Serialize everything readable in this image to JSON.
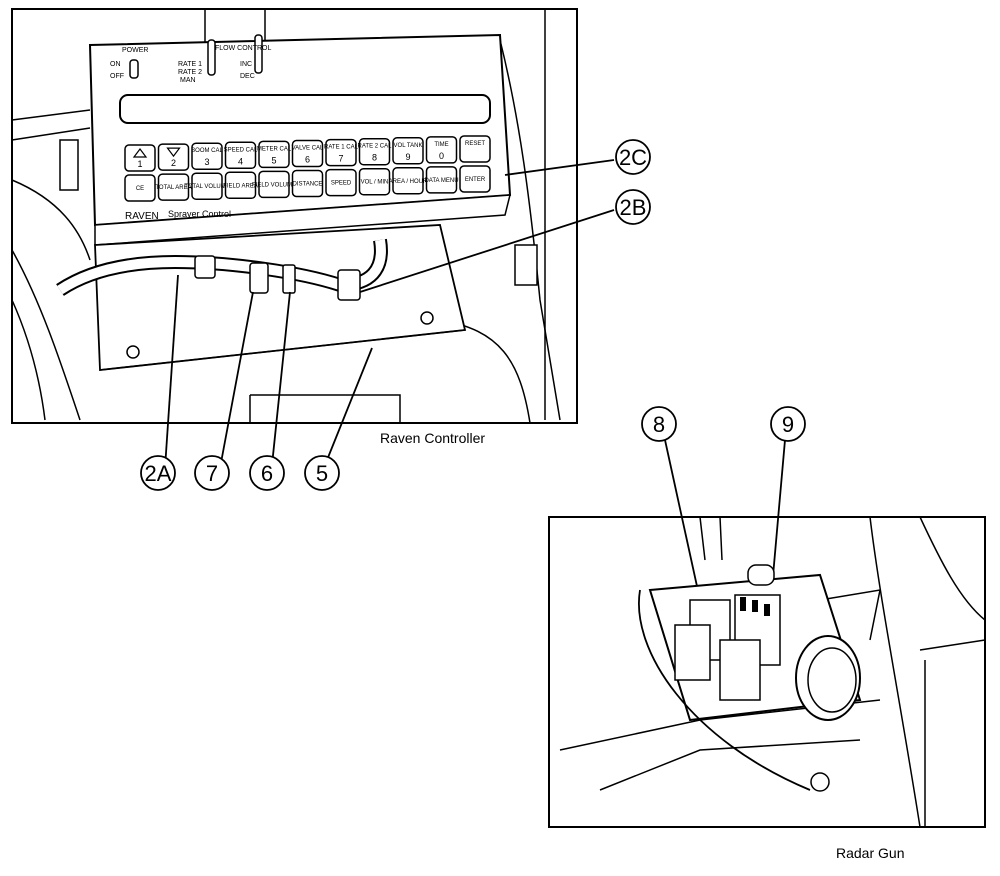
{
  "captions": {
    "raven": "Raven Controller",
    "radar": "Radar Gun"
  },
  "callouts": {
    "c2A": "2A",
    "c7": "7",
    "c6": "6",
    "c5": "5",
    "c2B": "2B",
    "c2C": "2C",
    "c8": "8",
    "c9": "9"
  },
  "controller": {
    "power_label": "POWER",
    "on": "ON",
    "off": "OFF",
    "rate1": "RATE 1",
    "rate2": "RATE 2",
    "man": "MAN",
    "flow_control": "FLOW CONTROL",
    "inc": "INC",
    "dec": "DEC",
    "brand": "RAVEN",
    "brand_sub": "Sprayer Control",
    "keys_row1": [
      {
        "top": "",
        "num": "1"
      },
      {
        "top": "",
        "num": "2"
      },
      {
        "top": "BOOM CAL",
        "num": "3"
      },
      {
        "top": "SPEED CAL",
        "num": "4"
      },
      {
        "top": "METER CAL",
        "num": "5"
      },
      {
        "top": "VALVE CAL",
        "num": "6"
      },
      {
        "top": "RATE 1 CAL",
        "num": "7"
      },
      {
        "top": "RATE 2 CAL",
        "num": "8"
      },
      {
        "top": "VOL TANK",
        "num": "9"
      },
      {
        "top": "TIME",
        "num": "0"
      },
      {
        "top": "RESET",
        "num": ""
      }
    ],
    "keys_row2": [
      "CE",
      "TOTAL AREA",
      "TOTAL VOLUME",
      "FIELD AREA",
      "FIELD VOLUME",
      "DISTANCE",
      "SPEED",
      "VOL / MIN",
      "AREA / HOUR",
      "DATA MENU",
      "ENTER"
    ]
  }
}
